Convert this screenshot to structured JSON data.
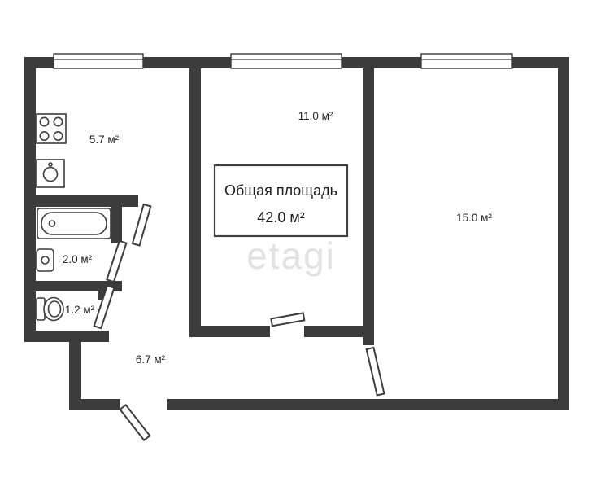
{
  "plan": {
    "title_box": {
      "label": "Общая площадь",
      "value": "42.0 м²"
    },
    "rooms": {
      "kitchen": {
        "area": "5.7 м²"
      },
      "room_11": {
        "area": "11.0 м²"
      },
      "room_15": {
        "area": "15.0 м²"
      },
      "bathroom": {
        "area": "2.0 м²"
      },
      "toilet": {
        "area": "1.2 м²"
      },
      "hallway": {
        "area": "6.7 м²"
      }
    },
    "watermark": "etagi",
    "icons": [
      "stove-icon",
      "kitchen-sink-icon",
      "bathtub-icon",
      "washbasin-icon",
      "toilet-icon"
    ],
    "colors": {
      "wall": "#3c3c3c",
      "text": "#222222",
      "watermark": "#e2e2e2"
    }
  }
}
